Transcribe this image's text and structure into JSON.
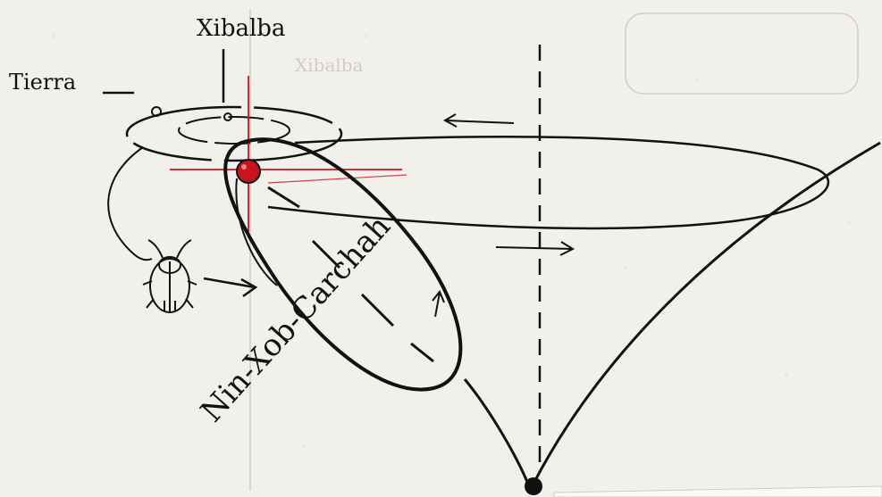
{
  "labels": {
    "xibalba": "Xibalba",
    "tierra": "Tierra",
    "comet": "Nin-Xob-Carchah",
    "faint_background": "Xibalba"
  },
  "colors": {
    "paper": "#f2f0ea",
    "ink": "#111111",
    "red": "#c8141e",
    "faint": "#cfcbc2"
  },
  "icons": {
    "insect": "beetle-icon",
    "core": "red-dot-icon",
    "apex": "black-dot-icon"
  }
}
